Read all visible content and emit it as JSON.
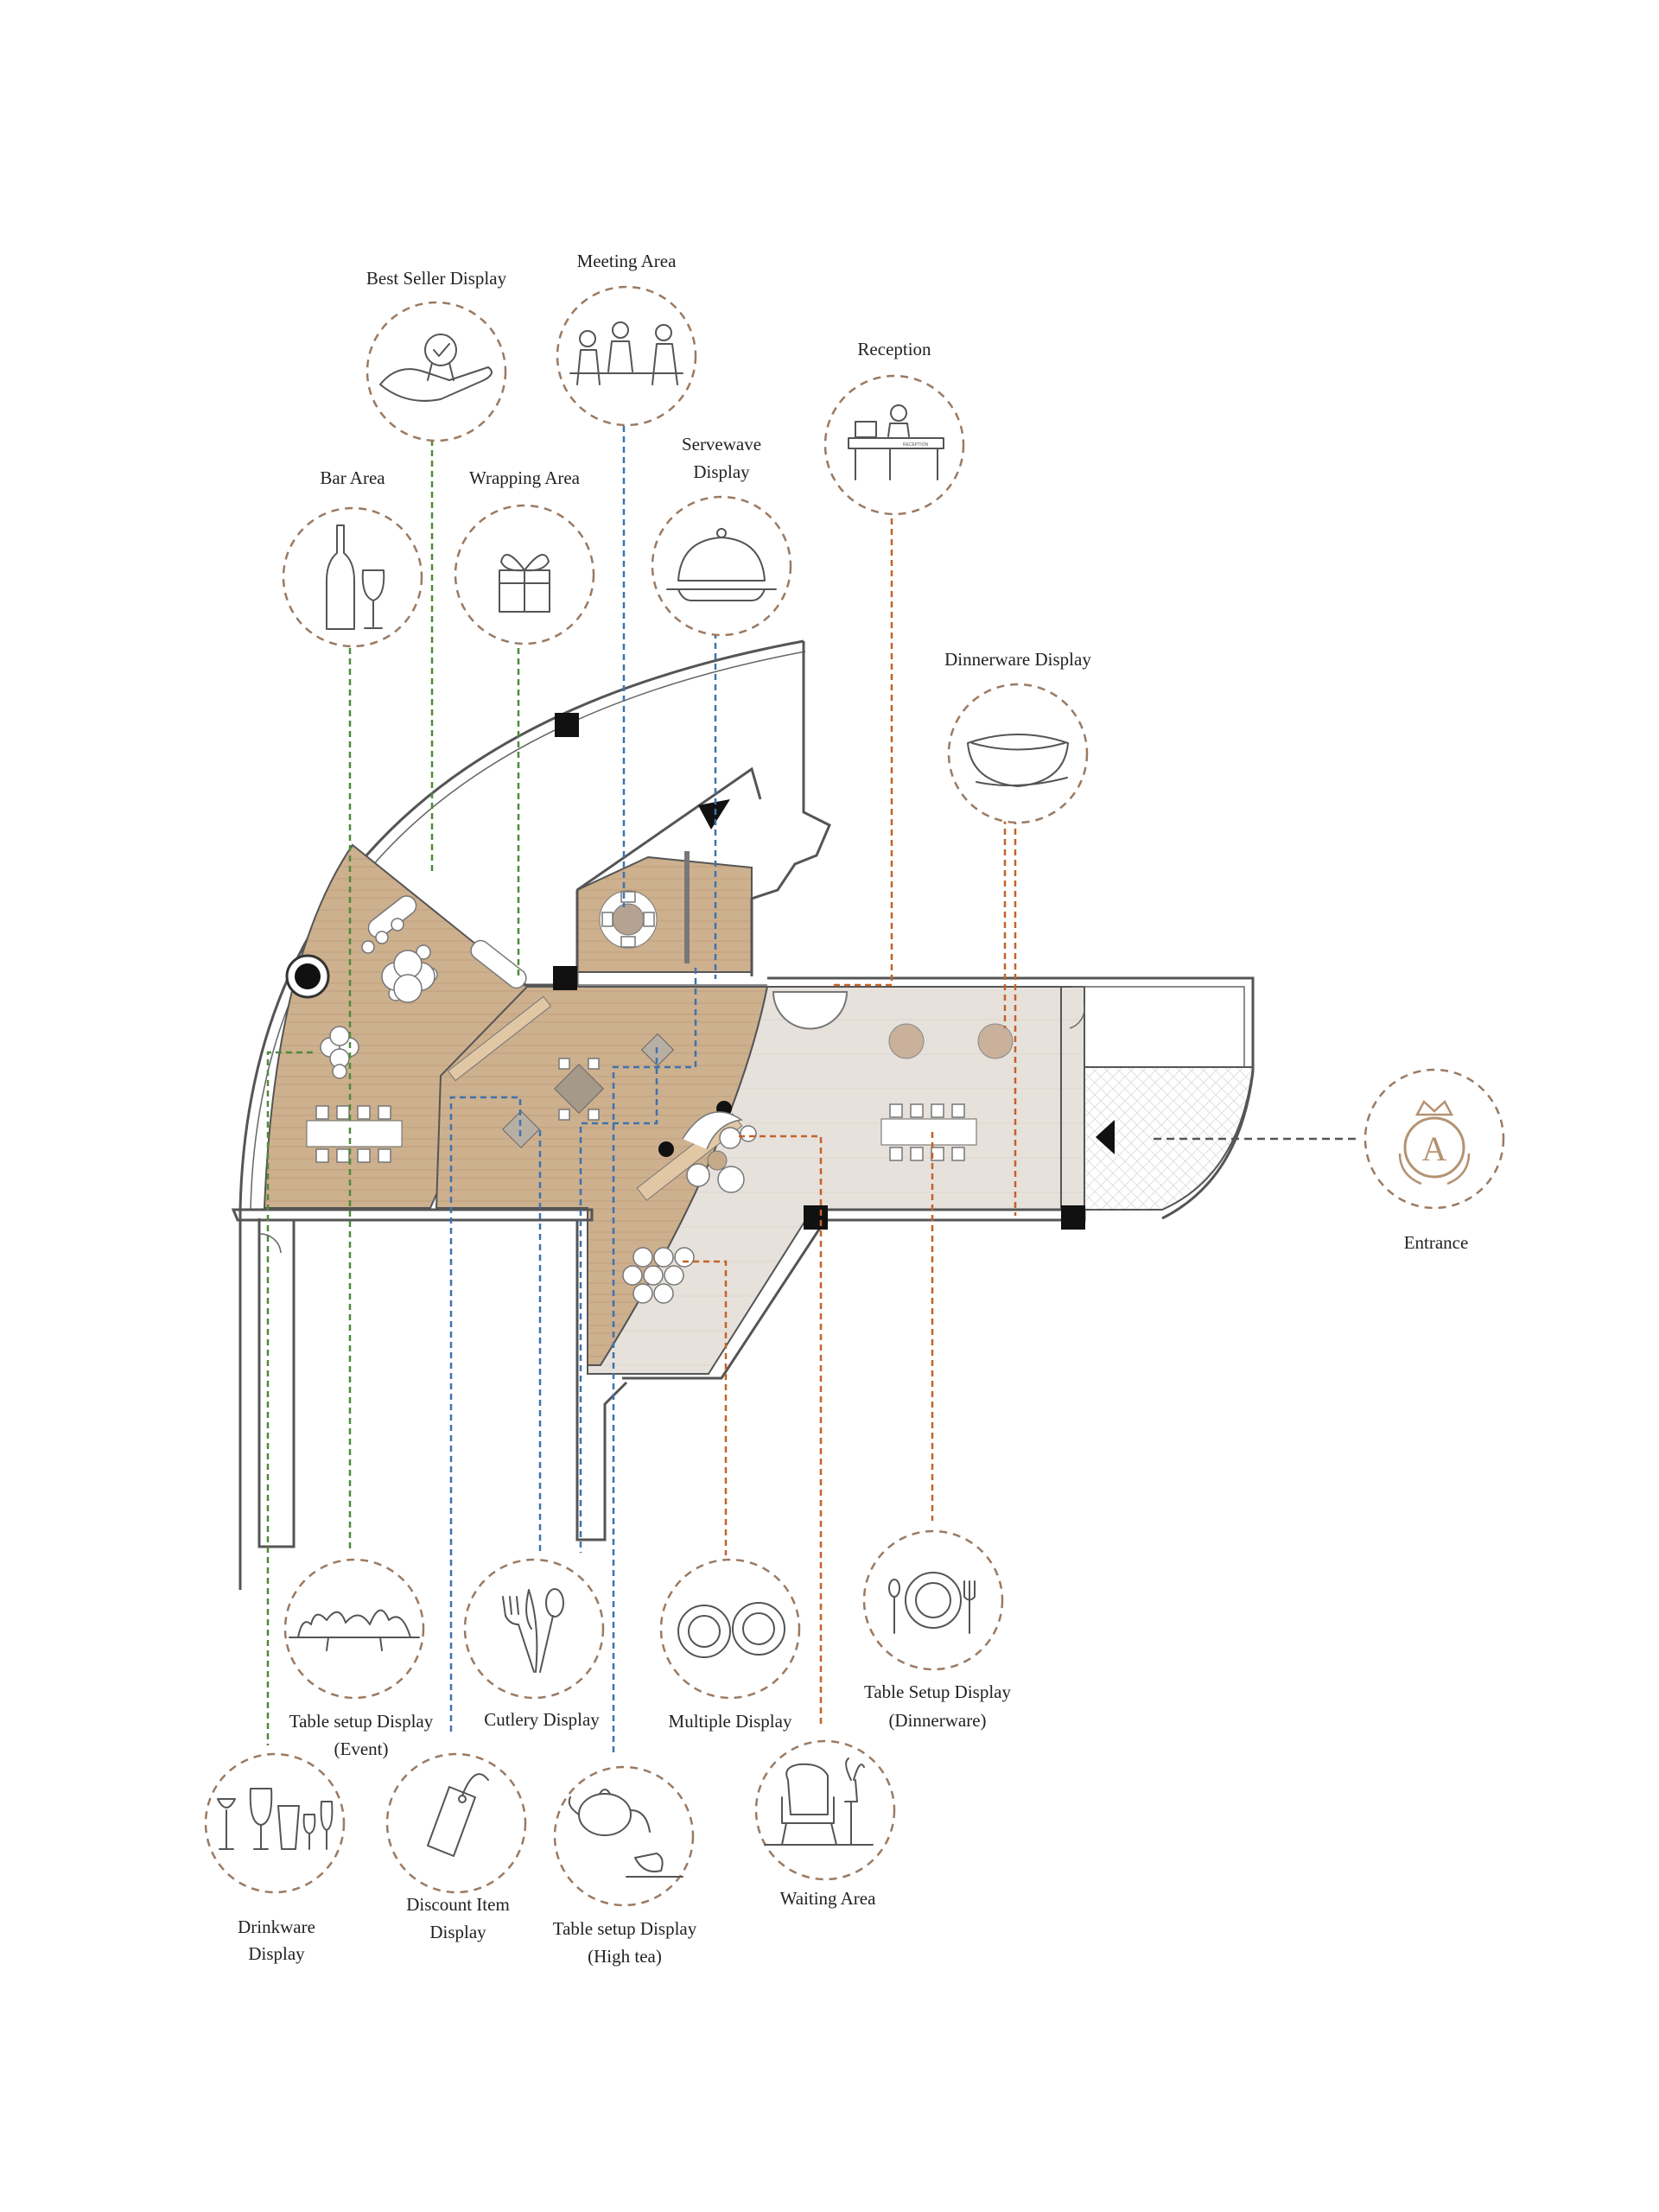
{
  "labels": {
    "best_seller": "Best Seller Display",
    "meeting": "Meeting Area",
    "reception": "Reception",
    "bar": "Bar Area",
    "wrapping": "Wrapping Area",
    "servewave_1": "Servewave",
    "servewave_2": "Display",
    "dinnerware": "Dinnerware Display",
    "entrance": "Entrance",
    "event_1": "Table setup Display",
    "event_2": "(Event)",
    "cutlery": "Cutlery Display",
    "multiple": "Multiple Display",
    "table_dinner_1": "Table Setup Display",
    "table_dinner_2": "(Dinnerware)",
    "drinkware_1": "Drinkware",
    "drinkware_2": "Display",
    "discount_1": "Discount Item",
    "discount_2": "Display",
    "hightea_1": "Table setup Display",
    "hightea_2": "(High tea)",
    "waiting": "Waiting Area",
    "logo_letter": "A",
    "reception_desk_text": "RECEPTION"
  },
  "icons": {
    "best_seller": "hand-badge-icon",
    "meeting": "meeting-people-icon",
    "reception": "reception-desk-icon",
    "bar": "wine-bottle-icon",
    "wrapping": "gift-box-icon",
    "servewave": "cloche-icon",
    "dinnerware": "bowl-icon",
    "entrance": "crest-logo-icon",
    "event": "event-table-icon",
    "cutlery": "cutlery-icon",
    "multiple": "plates-icon",
    "table_dinner": "place-setting-icon",
    "drinkware": "glasses-icon",
    "discount": "price-tag-icon",
    "hightea": "teapot-icon",
    "waiting": "armchair-icon"
  },
  "colors": {
    "wood_floor": "#cdb08e",
    "stone_floor": "#e6e1db",
    "ring": "#9a7a62",
    "leader_blue": "#3d73b0",
    "leader_green": "#4f8a3a",
    "leader_orange": "#c4622a",
    "leader_grey": "#555555"
  }
}
